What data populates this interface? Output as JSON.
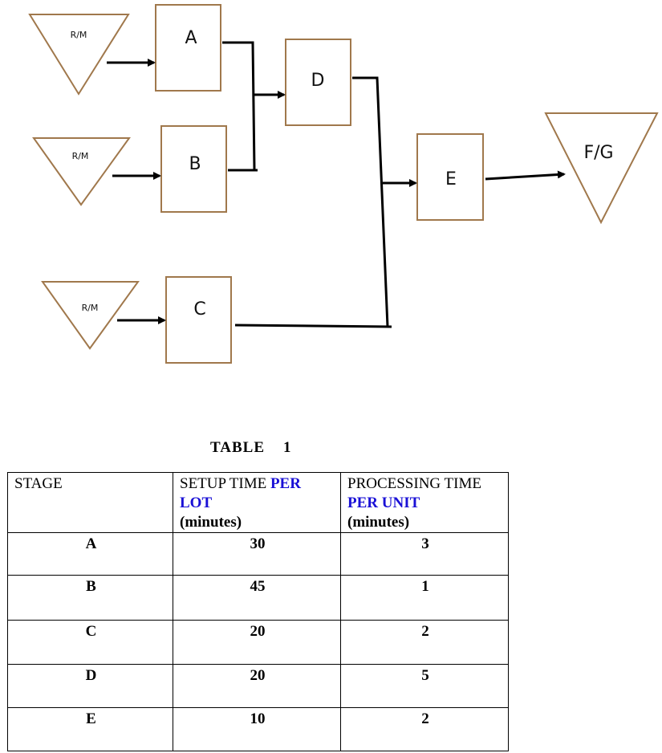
{
  "diagram": {
    "nodes": [
      {
        "id": "rm1",
        "shape": "inverted-triangle",
        "label": "R/M"
      },
      {
        "id": "rm2",
        "shape": "inverted-triangle",
        "label": "R/M"
      },
      {
        "id": "rm3",
        "shape": "inverted-triangle",
        "label": "R/M"
      },
      {
        "id": "A",
        "shape": "box",
        "label": "A"
      },
      {
        "id": "B",
        "shape": "box",
        "label": "B"
      },
      {
        "id": "C",
        "shape": "box",
        "label": "C"
      },
      {
        "id": "D",
        "shape": "box",
        "label": "D"
      },
      {
        "id": "E",
        "shape": "box",
        "label": "E"
      },
      {
        "id": "fg",
        "shape": "inverted-triangle",
        "label": "F/G"
      }
    ],
    "edges": [
      {
        "from": "rm1",
        "to": "A"
      },
      {
        "from": "rm2",
        "to": "B"
      },
      {
        "from": "rm3",
        "to": "C"
      },
      {
        "from": "A",
        "to": "D"
      },
      {
        "from": "B",
        "to": "D"
      },
      {
        "from": "D",
        "to": "E"
      },
      {
        "from": "C",
        "to": "E"
      },
      {
        "from": "E",
        "to": "fg"
      }
    ],
    "colors": {
      "shape_stroke": "#a0784c",
      "connector": "#000000"
    }
  },
  "table": {
    "title": "TABLE    1",
    "headers": {
      "stage": "STAGE",
      "setup_plain": "SETUP TIME ",
      "setup_accent": "PER LOT",
      "setup_unit": "(minutes)",
      "proc_plain": "PROCESSING TIME",
      "proc_accent": "PER UNIT",
      "proc_unit": "(minutes)"
    },
    "accent_color": "#1a10d6",
    "rows": [
      {
        "stage": "A",
        "setup": "30",
        "processing": "3"
      },
      {
        "stage": "B",
        "setup": "45",
        "processing": "1"
      },
      {
        "stage": "C",
        "setup": "20",
        "processing": "2"
      },
      {
        "stage": "D",
        "setup": "20",
        "processing": "5"
      },
      {
        "stage": "E",
        "setup": "10",
        "processing": "2"
      }
    ]
  }
}
